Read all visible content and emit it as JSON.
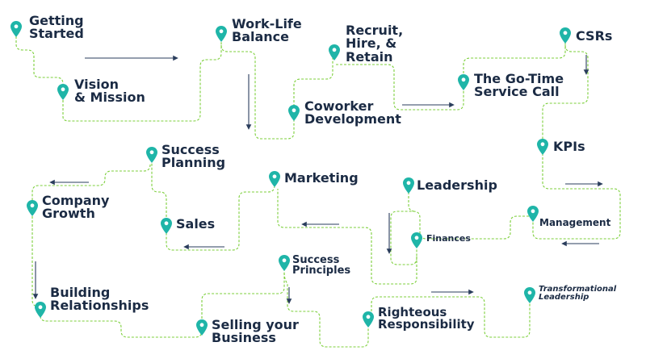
{
  "colors": {
    "pin": "#1fb5a8",
    "path": "#7ccf3b",
    "arrow": "#2a3d5c",
    "text": "#1b2b44"
  },
  "steps": {
    "getting_started": {
      "label": "Getting\nStarted",
      "icon": "map-pin-icon"
    },
    "vision_mission": {
      "label": "Vision\n& Mission",
      "icon": "map-pin-icon"
    },
    "work_life": {
      "label": "Work-Life\nBalance",
      "icon": "map-pin-icon"
    },
    "coworker_dev": {
      "label": "Coworker\nDevelopment",
      "icon": "map-pin-icon"
    },
    "recruit": {
      "label": "Recruit,\nHire, &\nRetain",
      "icon": "map-pin-icon"
    },
    "go_time": {
      "label": "The Go-Time\nService Call",
      "icon": "map-pin-icon"
    },
    "csrs": {
      "label": "CSRs",
      "icon": "map-pin-icon"
    },
    "kpis": {
      "label": "KPIs",
      "icon": "map-pin-icon"
    },
    "success_planning": {
      "label": "Success\nPlanning",
      "icon": "map-pin-icon"
    },
    "company_growth": {
      "label": "Company\nGrowth",
      "icon": "map-pin-icon"
    },
    "sales": {
      "label": "Sales",
      "icon": "map-pin-icon"
    },
    "marketing": {
      "label": "Marketing",
      "icon": "map-pin-icon"
    },
    "leadership": {
      "label": "Leadership",
      "icon": "map-pin-icon"
    },
    "finances": {
      "label": "Finances",
      "icon": "map-pin-icon"
    },
    "management": {
      "label": "Management",
      "icon": "map-pin-icon"
    },
    "success_principles": {
      "label": "Success\nPrinciples",
      "icon": "map-pin-icon"
    },
    "building_rel": {
      "label": "Building\nRelationships",
      "icon": "map-pin-icon"
    },
    "selling": {
      "label": "Selling your\nBusiness",
      "icon": "map-pin-icon"
    },
    "righteous": {
      "label": "Righteous\nResponsibility",
      "icon": "map-pin-icon"
    },
    "transformational": {
      "label": "Transformational\nLeadership",
      "icon": "map-pin-icon"
    }
  }
}
